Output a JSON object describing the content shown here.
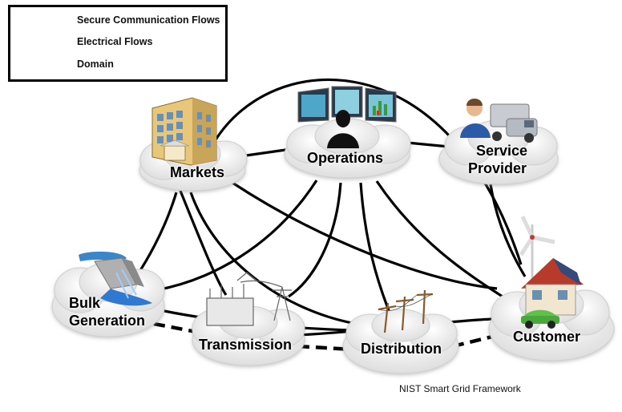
{
  "legend": {
    "secure_label": "Secure Communication Flows",
    "electrical_label": "Electrical Flows",
    "domain_label": "Domain"
  },
  "nodes": {
    "markets": "Markets",
    "operations": "Operations",
    "service_provider_line1": "Service",
    "service_provider_line2": "Provider",
    "bulk_generation_line1": "Bulk",
    "bulk_generation_line2": "Generation",
    "transmission": "Transmission",
    "distribution": "Distribution",
    "customer": "Customer"
  },
  "caption": "NIST Smart Grid Framework",
  "icons": {
    "markets": "office-building-icon",
    "operations": "control-room-monitors-icon",
    "service_provider": "service-technician-truck-icon",
    "bulk_generation": "hydro-dam-icon",
    "transmission": "substation-tower-icon",
    "distribution": "utility-poles-icon",
    "customer": "house-wind-solar-car-icon"
  },
  "colors": {
    "line": "#000000",
    "cloud": "#f2f2f2",
    "cloud_edge": "#c8c8c8"
  }
}
